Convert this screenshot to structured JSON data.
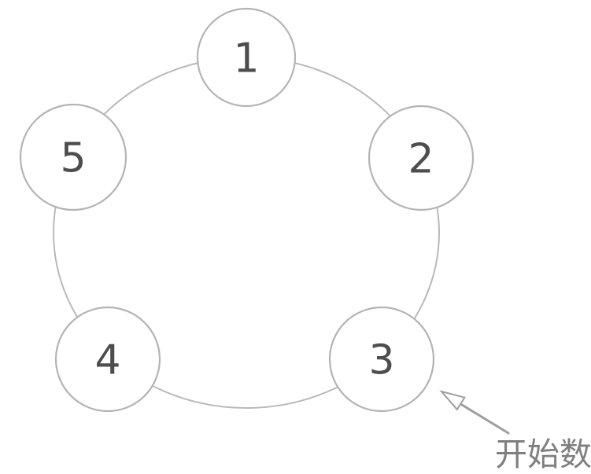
{
  "diagram": {
    "type": "circular-counting-ring",
    "nodes": [
      {
        "label": "1",
        "position": "top"
      },
      {
        "label": "2",
        "position": "right"
      },
      {
        "label": "3",
        "position": "bottom-right"
      },
      {
        "label": "4",
        "position": "bottom-left"
      },
      {
        "label": "5",
        "position": "left"
      }
    ],
    "annotation": {
      "text": "开始数",
      "points_to_node": "3"
    },
    "colors": {
      "background": "#ffffff",
      "ring_stroke": "#b9b9b9",
      "node_stroke": "#b4b4b4",
      "node_fill": "#ffffff",
      "number_color": "#4d4d4d",
      "arrow_color": "#9e9e9e",
      "label_color": "#7f7f7f"
    }
  }
}
